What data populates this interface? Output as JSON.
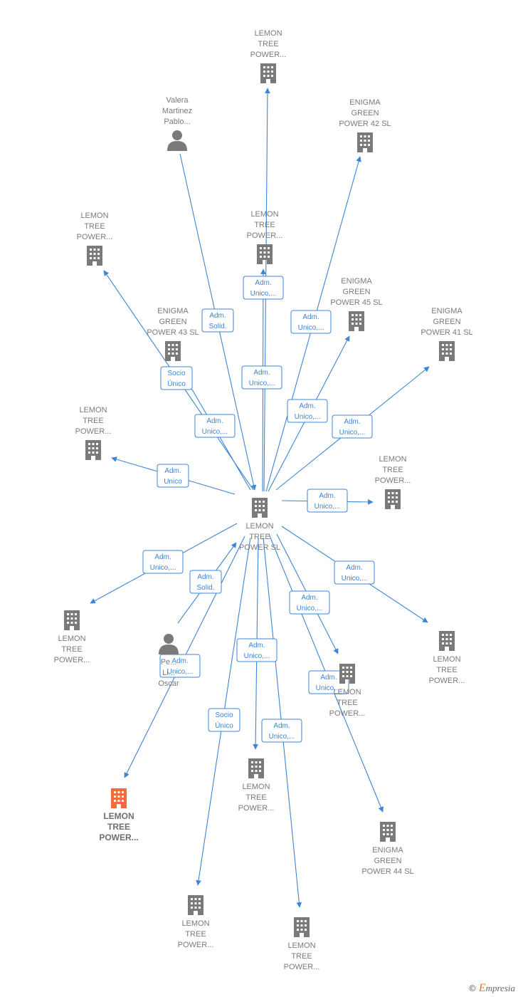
{
  "colors": {
    "edge": "#3d85d6",
    "node": "#7a7a7a",
    "highlight": "#f26a3d"
  },
  "nodes": [
    {
      "id": "center",
      "type": "company",
      "label": [
        "LEMON",
        "TREE",
        "POWER  SL"
      ],
      "icon": "building-icon"
    },
    {
      "id": "n_top",
      "type": "company",
      "label": [
        "LEMON",
        "TREE",
        "POWER..."
      ],
      "icon": "building-icon"
    },
    {
      "id": "n_valera",
      "type": "person",
      "label": [
        "Valera",
        "Martinez",
        "Pablo..."
      ],
      "icon": "person-icon"
    },
    {
      "id": "n_eg42",
      "type": "company",
      "label": [
        "ENIGMA",
        "GREEN",
        "POWER 42  SL"
      ],
      "icon": "building-icon"
    },
    {
      "id": "n_lt_left1",
      "type": "company",
      "label": [
        "LEMON",
        "TREE",
        "POWER..."
      ],
      "icon": "building-icon"
    },
    {
      "id": "n_lt_mid",
      "type": "company",
      "label": [
        "LEMON",
        "TREE",
        "POWER..."
      ],
      "icon": "building-icon"
    },
    {
      "id": "n_eg45",
      "type": "company",
      "label": [
        "ENIGMA",
        "GREEN",
        "POWER 45  SL"
      ],
      "icon": "building-icon"
    },
    {
      "id": "n_eg43",
      "type": "company",
      "label": [
        "ENIGMA",
        "GREEN",
        "POWER 43  SL"
      ],
      "icon": "building-icon"
    },
    {
      "id": "n_eg41",
      "type": "company",
      "label": [
        "ENIGMA",
        "GREEN",
        "POWER 41  SL"
      ],
      "icon": "building-icon"
    },
    {
      "id": "n_lt_left2",
      "type": "company",
      "label": [
        "LEMON",
        "TREE",
        "POWER..."
      ],
      "icon": "building-icon"
    },
    {
      "id": "n_lt_right1",
      "type": "company",
      "label": [
        "LEMON",
        "TREE",
        "POWER..."
      ],
      "icon": "building-icon"
    },
    {
      "id": "n_lt_left3",
      "type": "company",
      "label": [
        "LEMON",
        "TREE",
        "POWER..."
      ],
      "icon": "building-icon"
    },
    {
      "id": "n_pe",
      "type": "person",
      "label": [
        "Pe...",
        "Li...",
        "Oscar"
      ],
      "icon": "person-icon"
    },
    {
      "id": "n_lt_right2",
      "type": "company",
      "label": [
        "LEMON",
        "TREE",
        "POWER..."
      ],
      "icon": "building-icon"
    },
    {
      "id": "n_lt_right3",
      "type": "company",
      "label": [
        "LEMON",
        "TREE",
        "POWER..."
      ],
      "icon": "building-icon"
    },
    {
      "id": "n_lt_hl",
      "type": "company",
      "label": [
        "LEMON",
        "TREE",
        "POWER..."
      ],
      "icon": "building-icon",
      "highlight": true
    },
    {
      "id": "n_lt_bmid",
      "type": "company",
      "label": [
        "LEMON",
        "TREE",
        "POWER..."
      ],
      "icon": "building-icon"
    },
    {
      "id": "n_eg44",
      "type": "company",
      "label": [
        "ENIGMA",
        "GREEN",
        "POWER 44  SL"
      ],
      "icon": "building-icon"
    },
    {
      "id": "n_lt_b1",
      "type": "company",
      "label": [
        "LEMON",
        "TREE",
        "POWER..."
      ],
      "icon": "building-icon"
    },
    {
      "id": "n_lt_b2",
      "type": "company",
      "label": [
        "LEMON",
        "TREE",
        "POWER..."
      ],
      "icon": "building-icon"
    }
  ],
  "edges": [
    {
      "from": "center",
      "to": "n_top",
      "label": [
        "Adm.",
        "Unico,..."
      ]
    },
    {
      "from": "n_valera",
      "to": "center",
      "label": [
        "Adm.",
        "Solid."
      ]
    },
    {
      "from": "center",
      "to": "n_eg42",
      "label": [
        "Adm.",
        "Unico,..."
      ]
    },
    {
      "from": "center",
      "to": "n_lt_left1",
      "label": [
        "Adm.",
        "Unico,..."
      ]
    },
    {
      "from": "center",
      "to": "n_lt_mid",
      "label": [
        "Adm.",
        "Unico,..."
      ]
    },
    {
      "from": "center",
      "to": "n_eg45",
      "label": [
        "Adm.",
        "Unico,..."
      ]
    },
    {
      "from": "center",
      "to": "n_eg43",
      "label": [
        "Socio",
        "Único"
      ]
    },
    {
      "from": "center",
      "to": "n_eg41",
      "label": [
        "Adm.",
        "Unico,..."
      ]
    },
    {
      "from": "center",
      "to": "n_lt_left2",
      "label": [
        "Adm.",
        "Unico"
      ]
    },
    {
      "from": "center",
      "to": "n_lt_right1",
      "label": [
        "Adm.",
        "Unico,..."
      ]
    },
    {
      "from": "center",
      "to": "n_lt_left3",
      "label": [
        "Adm.",
        "Unico,..."
      ]
    },
    {
      "from": "n_pe",
      "to": "center",
      "label": [
        "Adm.",
        "Solid."
      ]
    },
    {
      "from": "center",
      "to": "n_lt_right2",
      "label": [
        "Adm.",
        "Unico,..."
      ]
    },
    {
      "from": "center",
      "to": "n_lt_right3",
      "label": [
        "Adm.",
        "Unico,..."
      ]
    },
    {
      "from": "center",
      "to": "n_lt_hl",
      "label": [
        "Adm.",
        "Unico,..."
      ]
    },
    {
      "from": "center",
      "to": "n_lt_bmid",
      "label": [
        "Adm.",
        "Unico,..."
      ]
    },
    {
      "from": "center",
      "to": "n_eg44",
      "label": [
        "Adm.",
        "Unico,..."
      ]
    },
    {
      "from": "center",
      "to": "n_lt_b1",
      "label": [
        "Socio",
        "Único"
      ]
    },
    {
      "from": "center",
      "to": "n_lt_b2",
      "label": [
        "Adm.",
        "Unico,..."
      ]
    }
  ],
  "footer": {
    "copyright": "©",
    "brand_first": "E",
    "brand_rest": "mpresia"
  }
}
